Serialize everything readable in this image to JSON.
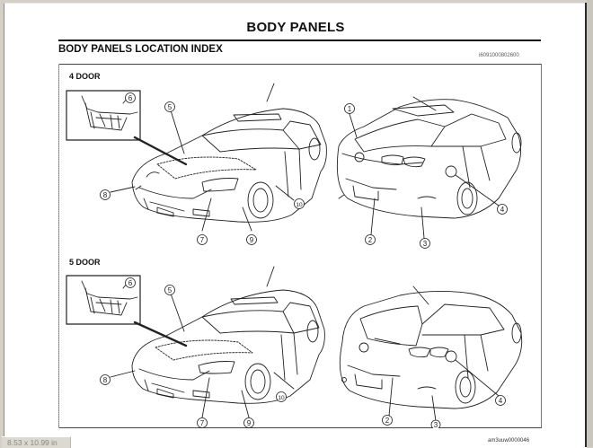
{
  "document": {
    "title": "BODY PANELS",
    "section_title": "BODY PANELS LOCATION INDEX",
    "figure_ref_top": "i6091000802600",
    "figure_ref_bottom": "am3uuw0000046"
  },
  "variants": [
    {
      "label": "4 DOOR",
      "front_callouts": [
        "5",
        "6",
        "7",
        "8",
        "9",
        "10"
      ],
      "rear_callouts": [
        "1",
        "2",
        "3",
        "4"
      ]
    },
    {
      "label": "5 DOOR",
      "front_callouts": [
        "5",
        "6",
        "7",
        "8",
        "9",
        "10"
      ],
      "rear_callouts": [
        "2",
        "3",
        "4"
      ]
    }
  ],
  "status_bar": {
    "page_size": "8.53 x 10.99 in"
  },
  "colors": {
    "ink": "#111111",
    "chrome": "#d4d0c8",
    "paper": "#ffffff"
  }
}
